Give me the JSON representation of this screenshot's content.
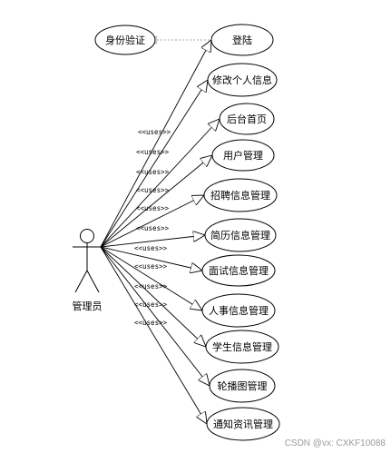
{
  "actor": {
    "label": "管理员"
  },
  "auth": {
    "label": "身份验证"
  },
  "use_cases": [
    {
      "label": "登陆"
    },
    {
      "label": "修改个人信息"
    },
    {
      "label": "后台首页"
    },
    {
      "label": "用户管理"
    },
    {
      "label": "招聘信息管理"
    },
    {
      "label": "简历信息管理"
    },
    {
      "label": "面试信息管理"
    },
    {
      "label": "人事信息管理"
    },
    {
      "label": "学生信息管理"
    },
    {
      "label": "轮播图管理"
    },
    {
      "label": "通知资讯管理"
    }
  ],
  "stereotype": "<<uses>>",
  "watermark": "CSDN @vx: CXKF10088"
}
